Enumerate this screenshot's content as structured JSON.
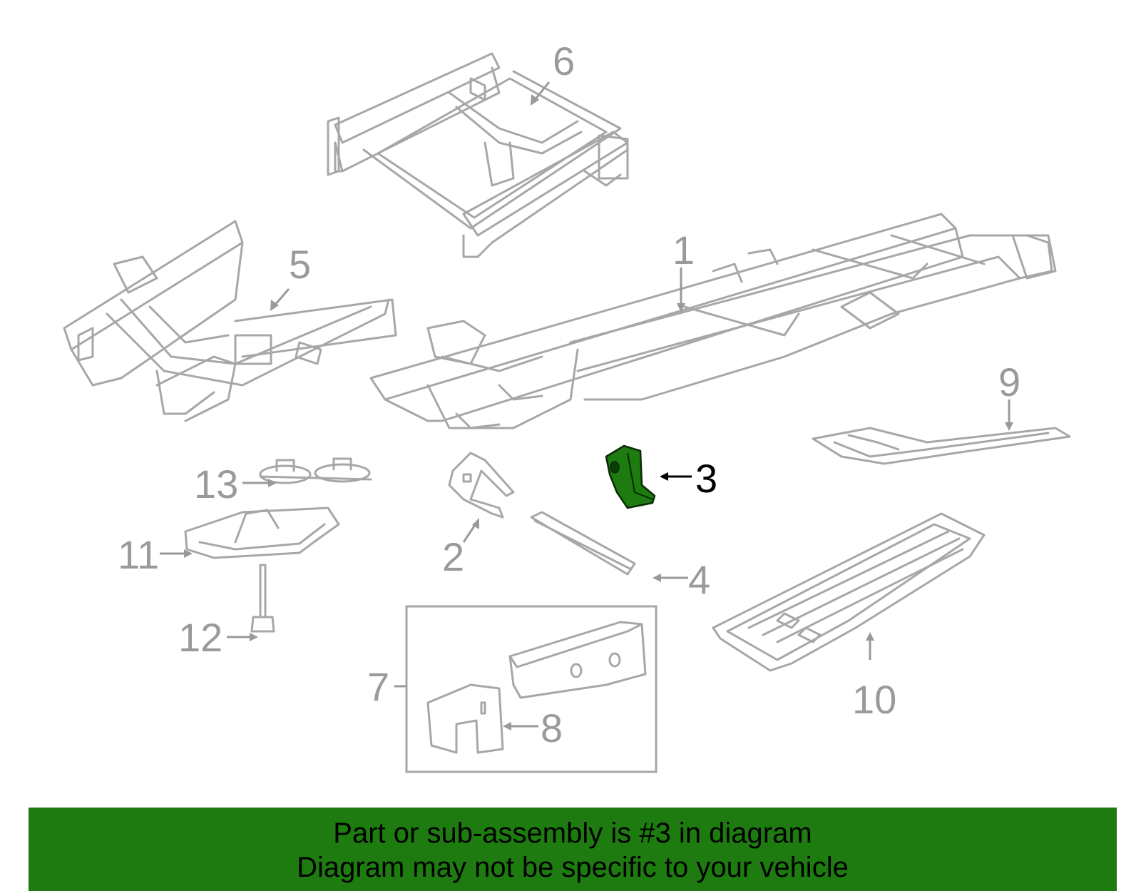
{
  "diagram": {
    "callouts": [
      "1",
      "2",
      "3",
      "4",
      "5",
      "6",
      "7",
      "8",
      "9",
      "10",
      "11",
      "12",
      "13"
    ],
    "highlighted_part": "3",
    "colors": {
      "highlight": "#1d7b10",
      "line": "#a7a7a7",
      "text_muted": "#9a9a9a",
      "text_active": "#000000"
    }
  },
  "footer": {
    "line1": "Part or sub-assembly is #3 in diagram",
    "line2": "Diagram may not be specific to your vehicle"
  }
}
